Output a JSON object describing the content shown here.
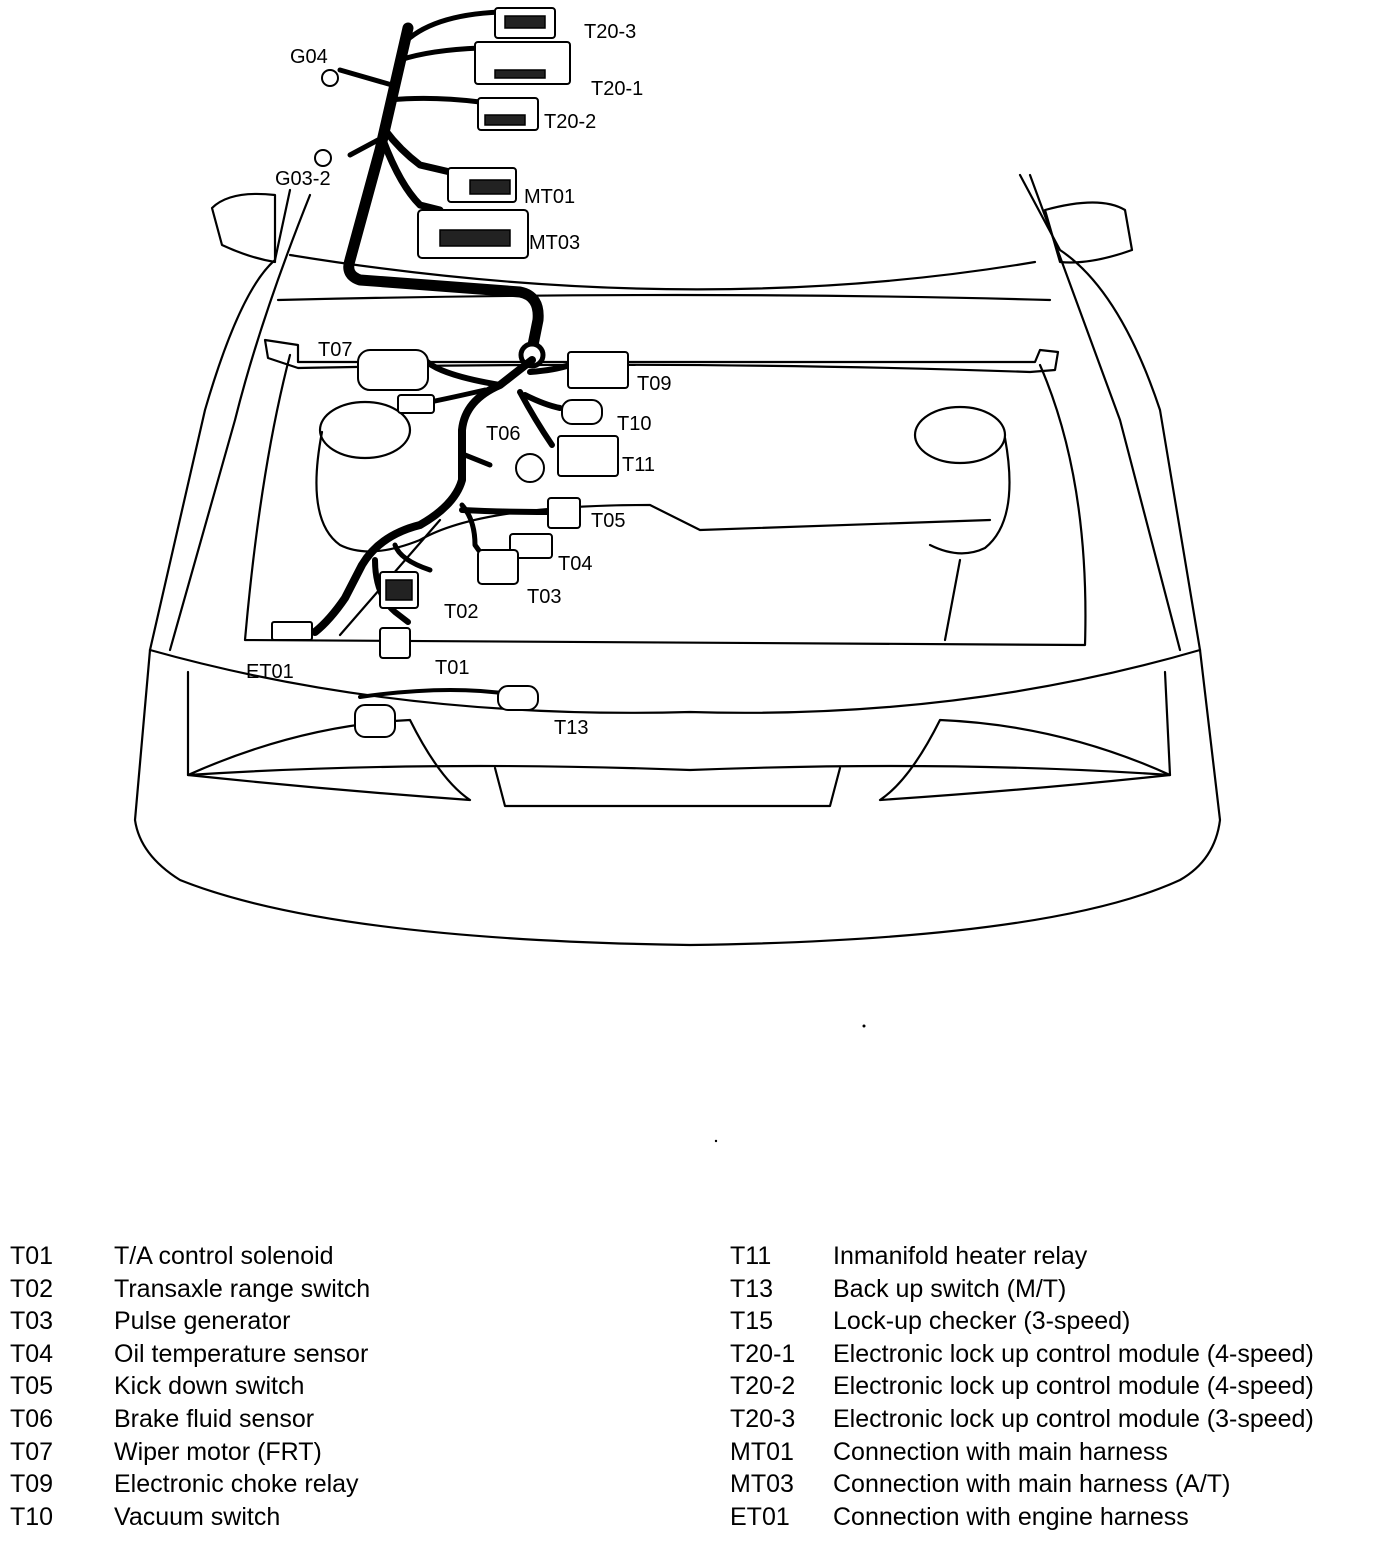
{
  "callouts": {
    "T20-3": "T20-3",
    "G04": "G04",
    "T20-1": "T20-1",
    "T20-2": "T20-2",
    "G03-2": "G03-2",
    "MT01": "MT01",
    "MT03": "MT03",
    "T07": "T07",
    "T09": "T09",
    "T10": "T10",
    "T06": "T06",
    "T11": "T11",
    "T05": "T05",
    "T04": "T04",
    "T03": "T03",
    "T02": "T02",
    "ET01": "ET01",
    "T01": "T01",
    "T13": "T13"
  },
  "legend": {
    "left": [
      {
        "code": "T01",
        "desc": "T/A control solenoid"
      },
      {
        "code": "T02",
        "desc": "Transaxle range switch"
      },
      {
        "code": "T03",
        "desc": "Pulse generator"
      },
      {
        "code": "T04",
        "desc": "Oil temperature sensor"
      },
      {
        "code": "T05",
        "desc": "Kick down switch"
      },
      {
        "code": "T06",
        "desc": "Brake fluid sensor"
      },
      {
        "code": "T07",
        "desc": "Wiper motor (FRT)"
      },
      {
        "code": "T09",
        "desc": "Electronic choke relay"
      },
      {
        "code": "T10",
        "desc": "Vacuum switch"
      }
    ],
    "right": [
      {
        "code": "T11",
        "desc": "Inmanifold heater relay"
      },
      {
        "code": "T13",
        "desc": "Back up switch (M/T)"
      },
      {
        "code": "T15",
        "desc": "Lock-up checker (3-speed)"
      },
      {
        "code": "T20-1",
        "desc": "Electronic lock up control module (4-speed)"
      },
      {
        "code": "T20-2",
        "desc": "Electronic lock up control module (4-speed)"
      },
      {
        "code": "T20-3",
        "desc": "Electronic lock up control module (3-speed)"
      },
      {
        "code": "MT01",
        "desc": "Connection with main harness"
      },
      {
        "code": "MT03",
        "desc": "Connection with main harness (A/T)"
      },
      {
        "code": "ET01",
        "desc": "Connection with engine harness"
      }
    ]
  }
}
